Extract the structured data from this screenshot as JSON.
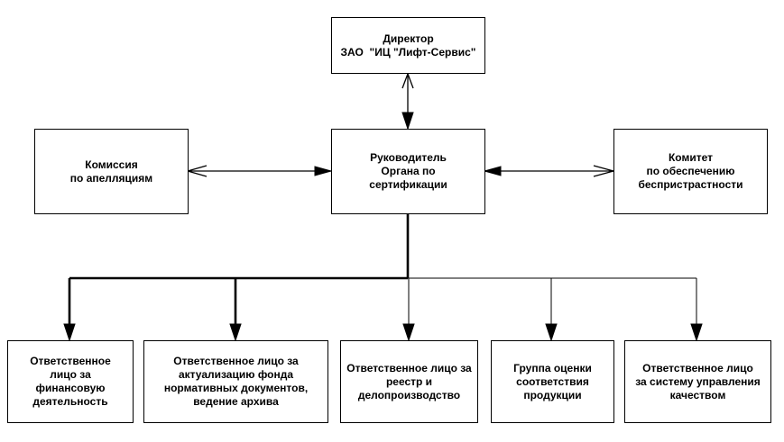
{
  "director": {
    "line1": "Директор",
    "line2": "ЗАО  \"ИЦ \"Лифт-Сервис\""
  },
  "head": {
    "line1": "Руководитель",
    "line2": "Органа по",
    "line3": "сертификации"
  },
  "appeals": {
    "line1": "Комиссия",
    "line2": "по апелляциям"
  },
  "impartiality": {
    "line1": "Комитет",
    "line2": "по обеспечению",
    "line3": "беспристрастности"
  },
  "bottom": [
    {
      "line1": "Ответственное",
      "line2": "лицо за",
      "line3": "финансовую",
      "line4": "деятельность"
    },
    {
      "line1": "Ответственное лицо за",
      "line2": "актуализацию фонда",
      "line3": "нормативных документов,",
      "line4": "ведение архива"
    },
    {
      "line1": "Ответственное лицо за",
      "line2": "реестр и",
      "line3": "делопроизводство"
    },
    {
      "line1": "Группа оценки",
      "line2": "соответствия",
      "line3": "продукции"
    },
    {
      "line1": "Ответственное лицо",
      "line2": "за систему управления",
      "line3": "качеством"
    }
  ]
}
